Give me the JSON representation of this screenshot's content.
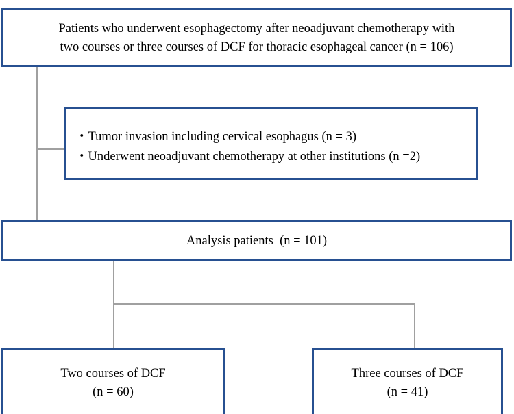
{
  "diagram": {
    "type": "flowchart",
    "title": "CONSORT-style patient selection flow diagram",
    "accent_color": "#275091",
    "connector_color": "#a0a0a0",
    "background_color": "#ffffff",
    "nodes": {
      "cohort": {
        "line1": "Patients who underwent esophagectomy after neoadjuvant chemotherapy with",
        "line2": "two courses or three courses of DCF for thoracic esophageal cancer (n = 106)",
        "n": 106
      },
      "exclusions": {
        "item1": "・Tumor invasion including cervical esophagus (n = 3)",
        "item2": "・Underwent neoadjuvant chemotherapy at other institutions (n =2)",
        "counts": [
          3,
          2
        ]
      },
      "analysis": {
        "label": "Analysis patients  (n = 101)",
        "n": 101
      },
      "two_courses": {
        "line1": "Two courses of DCF",
        "line2": "(n = 60)",
        "n": 60
      },
      "three_courses": {
        "line1": "Three courses of DCF",
        "line2": "(n = 41)",
        "n": 41
      }
    }
  }
}
